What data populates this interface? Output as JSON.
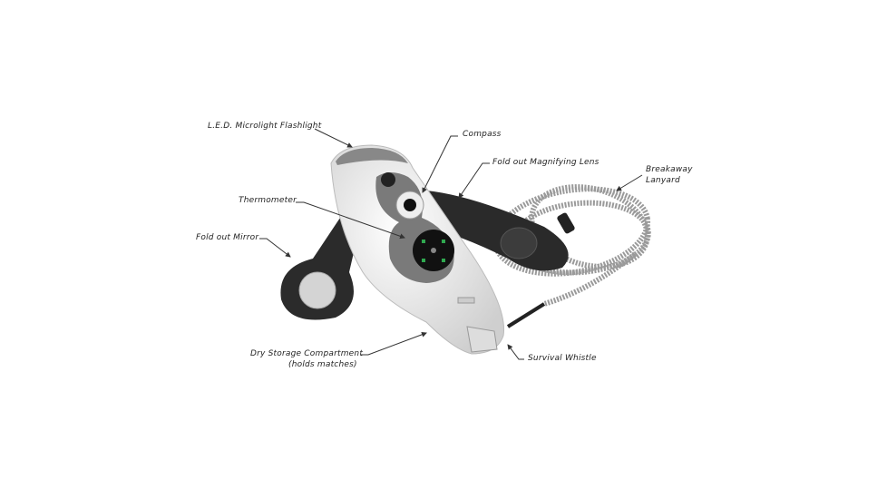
{
  "labels": {
    "flashlight": "L.E.D. Microlight Flashlight",
    "compass": "Compass",
    "magnifying_lens": "Fold out Magnifying Lens",
    "lanyard_line1": "Breakaway",
    "lanyard_line2": "Lanyard",
    "thermometer": "Thermometer",
    "mirror": "Fold out Mirror",
    "storage_line1": "Dry Storage Compartment",
    "storage_line2": "(holds matches)",
    "whistle": "Survival Whistle"
  },
  "colors": {
    "body": "#f2f2f2",
    "trim": "#7a7a7a",
    "dark_parts": "#2a2a2a",
    "lanyard": "#9a9a9a",
    "compass_accent": "#2fa84f"
  }
}
